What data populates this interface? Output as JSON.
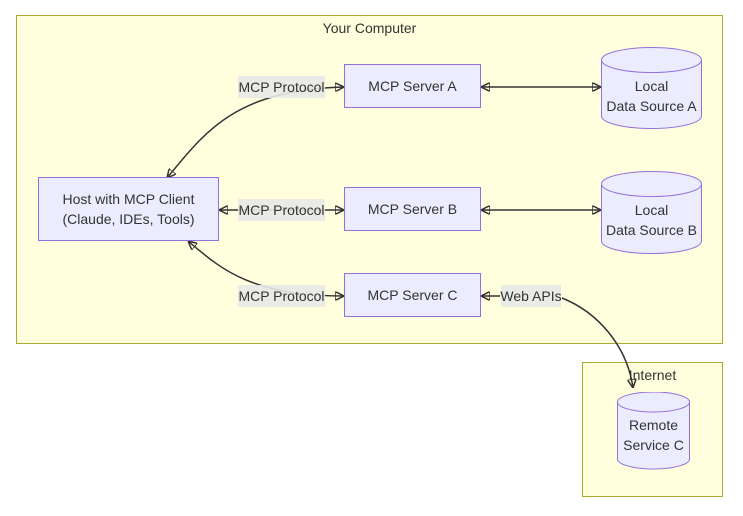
{
  "groups": {
    "computer": {
      "label": "Your Computer"
    },
    "internet": {
      "label": "Internet"
    }
  },
  "nodes": {
    "host": {
      "line1": "Host with MCP Client",
      "line2": "(Claude, IDEs, Tools)"
    },
    "serverA": {
      "label": "MCP Server A"
    },
    "serverB": {
      "label": "MCP Server B"
    },
    "serverC": {
      "label": "MCP Server C"
    },
    "dataA": {
      "line1": "Local",
      "line2": "Data Source A"
    },
    "dataB": {
      "line1": "Local",
      "line2": "Data Source B"
    },
    "remoteC": {
      "line1": "Remote",
      "line2": "Service C"
    }
  },
  "edges": {
    "protocolA": {
      "label": "MCP Protocol"
    },
    "protocolB": {
      "label": "MCP Protocol"
    },
    "protocolC": {
      "label": "MCP Protocol"
    },
    "webApis": {
      "label": "Web APIs"
    }
  },
  "colors": {
    "node_fill": "#ECECFF",
    "node_border": "#9370DB",
    "group_fill": "#ffffde",
    "group_border": "#aaaa33",
    "edge": "#333333",
    "edge_label_bg": "#e8e8e8",
    "text": "#333333",
    "page_bg": "#ffffff"
  }
}
